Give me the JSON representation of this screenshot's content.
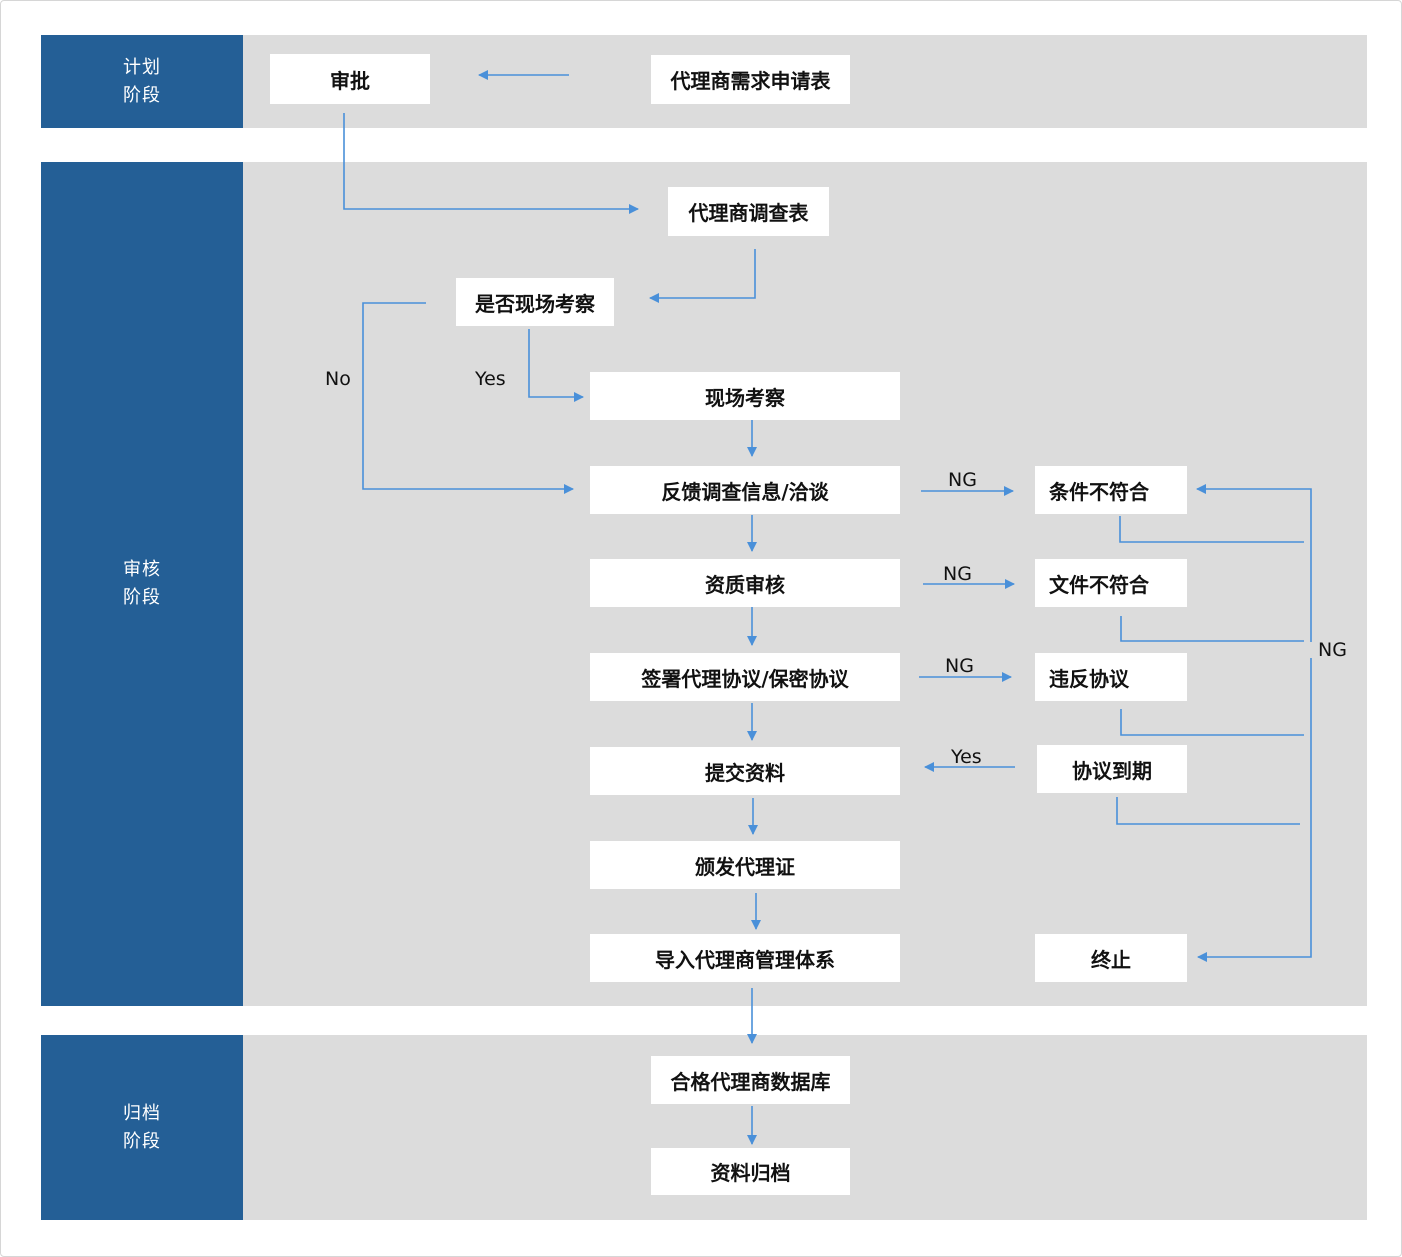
{
  "stages": {
    "plan": [
      "计划",
      "阶段"
    ],
    "review": [
      "审核",
      "阶段"
    ],
    "archive": [
      "归档",
      "阶段"
    ]
  },
  "nodes": {
    "approve": "审批",
    "application_form": "代理商需求申请表",
    "survey_form": "代理商调查表",
    "onsite_decision": "是否现场考察",
    "onsite_inspection": "现场考察",
    "feedback": "反馈调查信息/洽谈",
    "qualification_review": "资质审核",
    "sign_agreement": "签署代理协议/保密协议",
    "submit_documents": "提交资料",
    "issue_certificate": "颁发代理证",
    "import_system": "导入代理商管理体系",
    "qualified_database": "合格代理商数据库",
    "archive_documents": "资料归档",
    "conditions_not_met": "条件不符合",
    "documents_not_met": "文件不符合",
    "agreement_breach": "违反协议",
    "agreement_expired": "协议到期",
    "terminate": "终止"
  },
  "edge_labels": {
    "no": "No",
    "yes": "Yes",
    "ng1": "NG",
    "ng2": "NG",
    "ng3": "NG",
    "yes2": "Yes",
    "ng_right": "NG"
  },
  "colors": {
    "stage_fill": "#245f96",
    "lane_fill": "#dcdcdc",
    "arrow": "#4a90d9"
  }
}
